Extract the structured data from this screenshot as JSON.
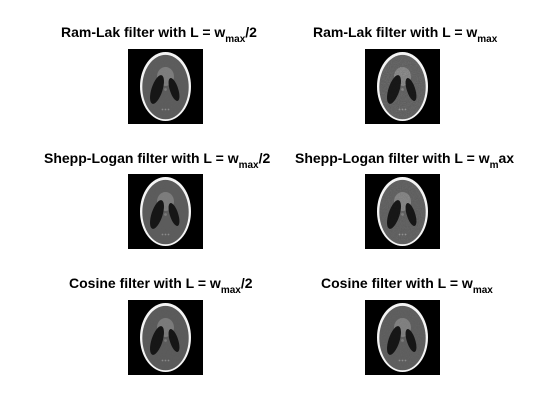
{
  "panels": [
    {
      "title_pre": "Ram-Lak filter with L = w",
      "title_sub": "max",
      "title_post": "/2",
      "image": "shepp-logan-phantom-reconstruction",
      "noise": 0.2
    },
    {
      "title_pre": "Ram-Lak filter with L = w",
      "title_sub": "max",
      "title_post": "",
      "image": "shepp-logan-phantom-reconstruction",
      "noise": 0.9
    },
    {
      "title_pre": "Shepp-Logan filter with L = w",
      "title_sub": "max",
      "title_post": "/2",
      "image": "shepp-logan-phantom-reconstruction",
      "noise": 0.15
    },
    {
      "title_pre": "Shepp-Logan filter with L = w",
      "title_sub": "m",
      "title_post": "ax",
      "image": "shepp-logan-phantom-reconstruction",
      "noise": 0.7
    },
    {
      "title_pre": "Cosine filter with L = w",
      "title_sub": "max",
      "title_post": "/2",
      "image": "shepp-logan-phantom-reconstruction",
      "noise": 0.05
    },
    {
      "title_pre": "Cosine filter with L = w",
      "title_sub": "max",
      "title_post": "",
      "image": "shepp-logan-phantom-reconstruction",
      "noise": 0.4
    }
  ]
}
